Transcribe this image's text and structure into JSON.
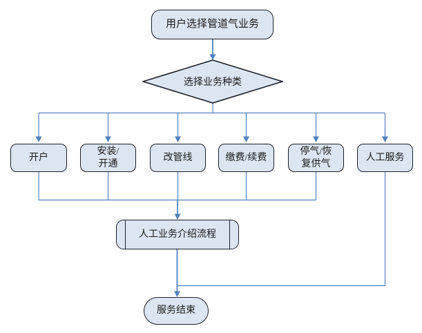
{
  "diagram": {
    "nodes": {
      "start": {
        "type": "terminator",
        "label": "用户选择管道气业务"
      },
      "decision": {
        "type": "decision",
        "label": "选择业务种类"
      },
      "open_account": {
        "type": "process",
        "label": "开户"
      },
      "install_activate": {
        "type": "process",
        "label": "安装/\n开通"
      },
      "change_pipeline": {
        "type": "process",
        "label": "改管线"
      },
      "pay_renew": {
        "type": "process",
        "label": "缴费/续费"
      },
      "stop_resume_gas": {
        "type": "process",
        "label": "停气/恢\n复供气"
      },
      "manual_service": {
        "type": "process",
        "label": "人工服务"
      },
      "intro_flow": {
        "type": "predefined-process",
        "label": "人工业务介绍流程"
      },
      "end": {
        "type": "terminator",
        "label": "服务结束"
      }
    },
    "colors": {
      "node-fill": "#dce6f2",
      "node-border": "#1a1f29",
      "connector": "#4f81bd",
      "text": "#1a1a1a",
      "bg": "#ffffff"
    }
  }
}
